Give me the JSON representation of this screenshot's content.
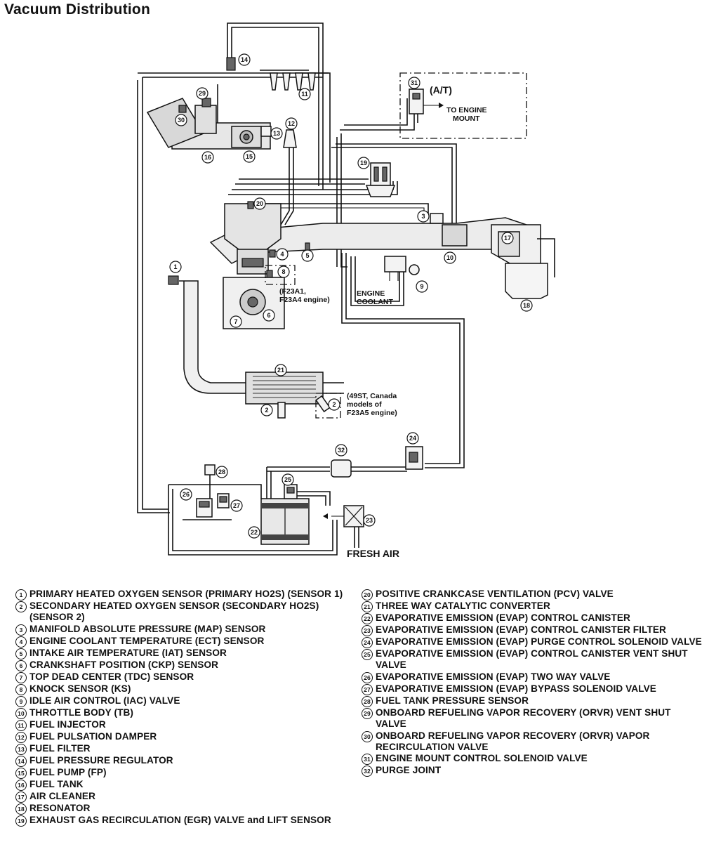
{
  "title": "Vacuum Distribution",
  "labels": {
    "at": "(A/T)",
    "to_engine_mount_1": "TO ENGINE",
    "to_engine_mount_2": "MOUNT",
    "engine_variant_1": "(F23A1,",
    "engine_variant_2": "F23A4 engine)",
    "engine_coolant_1": "ENGINE",
    "engine_coolant_2": "COOLANT",
    "models_1": "(49ST, Canada",
    "models_2": "models of",
    "models_3": "F23A5 engine)",
    "fresh_air": "FRESH AIR"
  },
  "callouts": [
    "1",
    "2",
    "3",
    "4",
    "5",
    "6",
    "7",
    "8",
    "9",
    "10",
    "11",
    "12",
    "13",
    "14",
    "15",
    "16",
    "17",
    "18",
    "19",
    "20",
    "21",
    "22",
    "23",
    "24",
    "25",
    "26",
    "27",
    "28",
    "29",
    "30",
    "31",
    "32",
    "2"
  ],
  "legend": {
    "left": [
      {
        "num": "1",
        "text": "PRIMARY HEATED OXYGEN SENSOR (PRIMARY HO2S) (SENSOR 1)"
      },
      {
        "num": "2",
        "text": "SECONDARY HEATED OXYGEN SENSOR (SECONDARY HO2S) (SENSOR 2)"
      },
      {
        "num": "3",
        "text": "MANIFOLD ABSOLUTE PRESSURE (MAP) SENSOR"
      },
      {
        "num": "4",
        "text": "ENGINE COOLANT TEMPERATURE (ECT) SENSOR"
      },
      {
        "num": "5",
        "text": "INTAKE AIR TEMPERATURE (IAT) SENSOR"
      },
      {
        "num": "6",
        "text": "CRANKSHAFT POSITION (CKP) SENSOR"
      },
      {
        "num": "7",
        "text": "TOP DEAD CENTER (TDC) SENSOR"
      },
      {
        "num": "8",
        "text": "KNOCK SENSOR (KS)"
      },
      {
        "num": "9",
        "text": "IDLE AIR CONTROL (IAC) VALVE"
      },
      {
        "num": "10",
        "text": "THROTTLE BODY (TB)"
      },
      {
        "num": "11",
        "text": "FUEL INJECTOR"
      },
      {
        "num": "12",
        "text": "FUEL PULSATION DAMPER"
      },
      {
        "num": "13",
        "text": "FUEL FILTER"
      },
      {
        "num": "14",
        "text": "FUEL PRESSURE REGULATOR"
      },
      {
        "num": "15",
        "text": "FUEL PUMP (FP)"
      },
      {
        "num": "16",
        "text": "FUEL TANK"
      },
      {
        "num": "17",
        "text": "AIR CLEANER"
      },
      {
        "num": "18",
        "text": "RESONATOR"
      },
      {
        "num": "19",
        "text": "EXHAUST GAS RECIRCULATION (EGR) VALVE and LIFT SENSOR"
      }
    ],
    "right": [
      {
        "num": "20",
        "text": "POSITIVE CRANKCASE VENTILATION (PCV) VALVE"
      },
      {
        "num": "21",
        "text": "THREE WAY CATALYTIC CONVERTER"
      },
      {
        "num": "22",
        "text": "EVAPORATIVE EMISSION (EVAP) CONTROL CANISTER"
      },
      {
        "num": "23",
        "text": "EVAPORATIVE EMISSION (EVAP) CONTROL CANISTER FILTER"
      },
      {
        "num": "24",
        "text": "EVAPORATIVE EMISSION (EVAP) PURGE CONTROL SOLENOID VALVE"
      },
      {
        "num": "25",
        "text": "EVAPORATIVE EMISSION (EVAP) CONTROL CANISTER VENT SHUT VALVE"
      },
      {
        "num": "26",
        "text": "EVAPORATIVE EMISSION (EVAP) TWO WAY VALVE"
      },
      {
        "num": "27",
        "text": "EVAPORATIVE EMISSION (EVAP) BYPASS SOLENOID VALVE"
      },
      {
        "num": "28",
        "text": "FUEL TANK PRESSURE SENSOR"
      },
      {
        "num": "29",
        "text": "ONBOARD REFUELING VAPOR RECOVERY (ORVR) VENT SHUT VALVE"
      },
      {
        "num": "30",
        "text": "ONBOARD REFUELING VAPOR RECOVERY (ORVR) VAPOR RECIRCULATION VALVE"
      },
      {
        "num": "31",
        "text": "ENGINE MOUNT CONTROL SOLENOID VALVE"
      },
      {
        "num": "32",
        "text": "PURGE JOINT"
      }
    ]
  }
}
